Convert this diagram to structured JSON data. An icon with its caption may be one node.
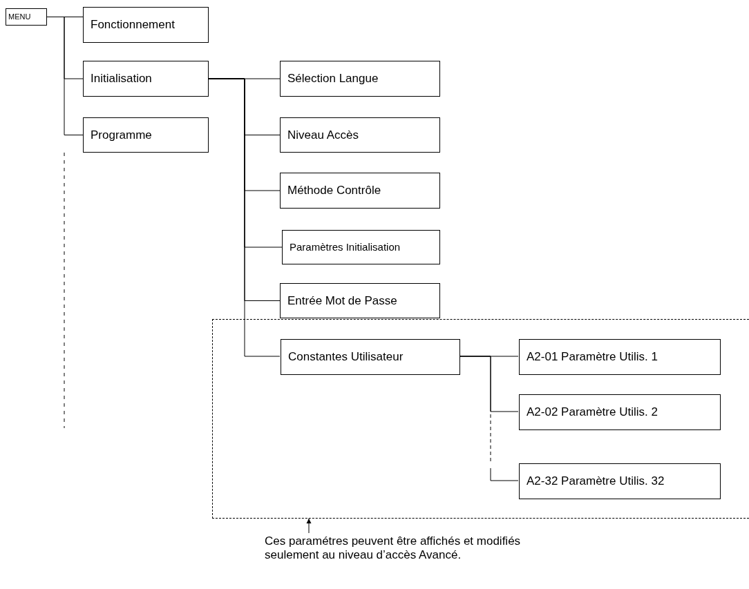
{
  "diagram": {
    "nodes": [
      {
        "text": [
          "MENU"
        ]
      },
      {
        "text": [
          "Fonctionnement"
        ]
      },
      {
        "text": [
          "Initialisation"
        ]
      },
      {
        "text": [
          "Programme"
        ]
      },
      {
        "text": [
          "Sélection Langue"
        ]
      },
      {
        "text": [
          "Niveau Accès"
        ]
      },
      {
        "text": [
          "Méthode Contrôle"
        ]
      },
      {
        "text": [
          "Paramètres Initialisation"
        ]
      },
      {
        "text": [
          "Entrée Mot de Passe"
        ]
      },
      {
        "text": [],
        "shape": "box"
      },
      {
        "text": [
          "Constantes Utilisateur"
        ],
        "in": 9
      },
      {
        "text": [
          "A2-01 Paramètre Utilis. 1"
        ],
        "in": 9
      },
      {
        "text": [
          "A2-02 Paramètre Utilis. 2"
        ],
        "in": 9
      },
      {
        "text": [
          "A2-32 Paramètre Utilis. 32"
        ],
        "in": 9
      },
      {
        "text": [
          "Ces paramétres peuvent être affichés et modifiés seulement au niveau d’accès Avancé."
        ]
      }
    ],
    "edges": [
      {
        "from": 0,
        "to": 1,
        "arrow": "none"
      },
      {
        "from": 0,
        "to": 2,
        "arrow": "none"
      },
      {
        "from": 0,
        "to": 3,
        "arrow": "none"
      },
      {
        "from": 2,
        "to": 4,
        "arrow": "none"
      },
      {
        "from": 2,
        "to": 5,
        "arrow": "none"
      },
      {
        "from": 2,
        "to": 6,
        "arrow": "none"
      },
      {
        "from": 2,
        "to": 7,
        "arrow": "none"
      },
      {
        "from": 2,
        "to": 8,
        "arrow": "none"
      },
      {
        "from": 2,
        "to": 10,
        "arrow": "none"
      },
      {
        "from": 10,
        "to": 11,
        "arrow": "none"
      },
      {
        "from": 10,
        "to": 12,
        "arrow": "none"
      },
      {
        "from": 10,
        "to": 13,
        "arrow": "none",
        "style": "dashed"
      },
      {
        "from": 14,
        "to": 9,
        "arrow": "to"
      }
    ]
  }
}
